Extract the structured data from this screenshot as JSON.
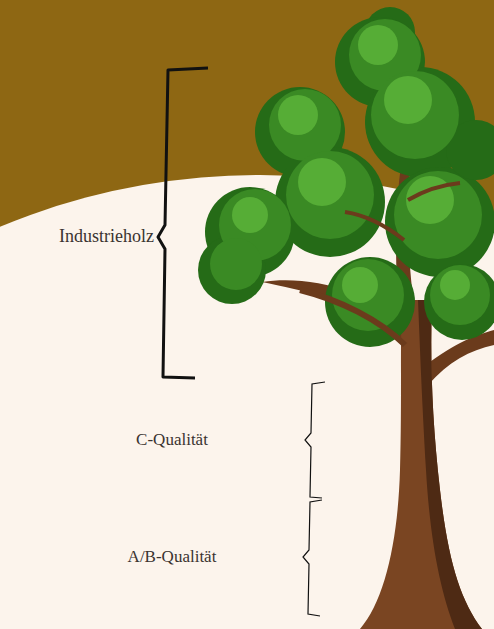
{
  "diagram": {
    "labels": [
      "Industrieholz",
      "C-Qualität",
      "A/B-Qualität"
    ]
  }
}
